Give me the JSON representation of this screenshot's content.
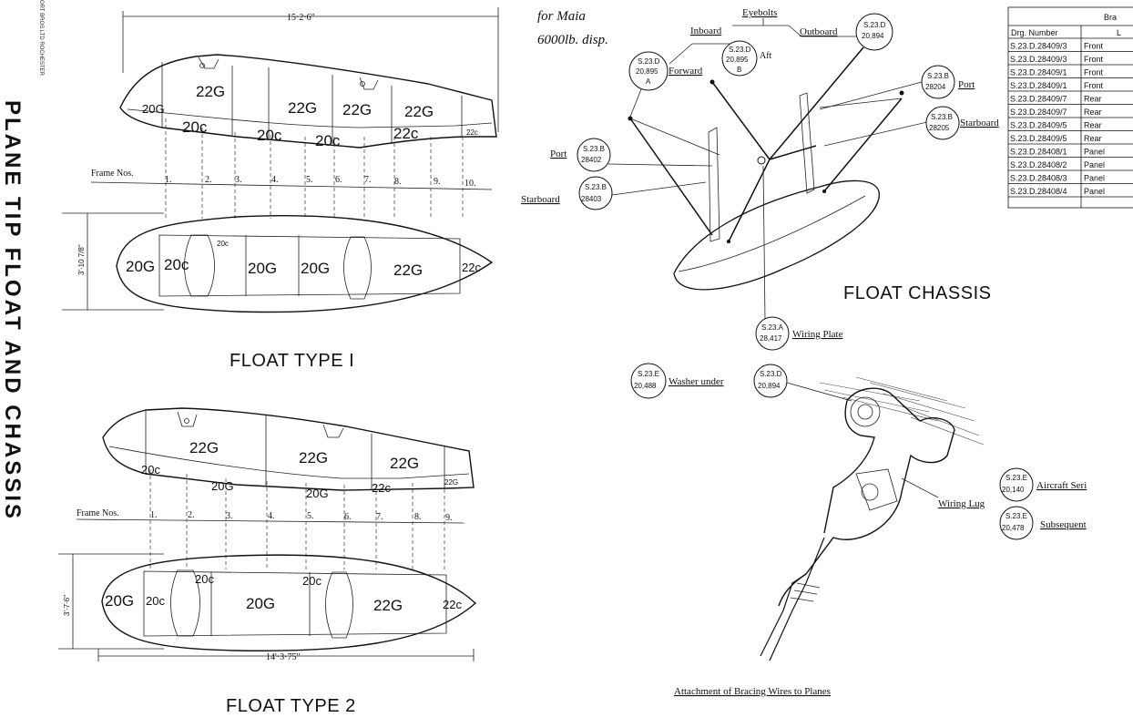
{
  "sheet_title": "PLANE TIP FLOAT AND CHASSIS",
  "maker_note": "ORT BROS LTD ROCHESTER",
  "handwritten_note": {
    "line1": "for Maia",
    "line2": "6000lb. disp."
  },
  "float1": {
    "title": "FLOAT TYPE I",
    "length_dim": "15·2·6\"",
    "height_dim": "3'·10 7/8\"",
    "frames_label": "Frame Nos.",
    "frames": [
      "1.",
      "2.",
      "3.",
      "4.",
      "5.",
      "6.",
      "7.",
      "8.",
      "9.",
      "10."
    ],
    "deck_gauges": [
      "22G",
      "22G",
      "22G",
      "22G"
    ],
    "side_gauges": [
      "20G",
      "20c",
      "20c",
      "20c",
      "22c",
      "22c"
    ],
    "plan_gauges": [
      "20G",
      "20c",
      "20c",
      "20G",
      "20G",
      "22G",
      "22c"
    ]
  },
  "float2": {
    "title": "FLOAT TYPE 2",
    "length_dim": "14'·3·75\"",
    "height_dim": "3'·7·6\"",
    "frames_label": "Frame Nos.",
    "frames": [
      "1.",
      "2.",
      "3.",
      "4.",
      "5.",
      "6.",
      "7.",
      "8.",
      "9."
    ],
    "deck_gauges": [
      "22G",
      "22G",
      "22G"
    ],
    "side_gauges": [
      "20c",
      "20G",
      "20G",
      "22c",
      "22G"
    ],
    "plan_gauges": [
      "20G",
      "20c",
      "20c",
      "20c",
      "20G",
      "22G",
      "22c"
    ]
  },
  "chassis": {
    "title": "FLOAT CHASSIS",
    "eyebolts_label": "Eyebolts",
    "inboard_label": "Inboard",
    "outboard_label": "Outboard",
    "forward_label": "Forward",
    "aft_label": "Aft",
    "port_label": "Port",
    "starboard_label": "Starboard",
    "wiring_plate_label": "Wiring Plate",
    "bubbles": {
      "forward": [
        "S.23.D",
        "20,895",
        "A"
      ],
      "aft": [
        "S.23.D",
        "20,895",
        "B"
      ],
      "outboard": [
        "S.23.D",
        "20,894"
      ],
      "port_right": [
        "S.23.B",
        "28204"
      ],
      "starboard_right": [
        "S.23.B",
        "28205"
      ],
      "port_left": [
        "S.23.B",
        "28402"
      ],
      "starboard_left": [
        "S.23.B",
        "28403"
      ],
      "wiring_plate": [
        "S.23.A",
        "28,417"
      ]
    }
  },
  "attachment": {
    "title": "Attachment of Bracing Wires to Planes",
    "washer_label": "Washer under",
    "wiring_lug_label": "Wiring Lug",
    "aircraft_label": "Aircraft Seri",
    "subsequent_label": "Subsequent",
    "bubbles": {
      "washer": [
        "S.23.E",
        "20,488"
      ],
      "washer_ref": [
        "S.23.D",
        "20,894"
      ],
      "aircraft": [
        "S.23.E",
        "20,140"
      ],
      "subsequent": [
        "S.23.E",
        "20,478"
      ]
    }
  },
  "table": {
    "header_right": "Bra",
    "col1_header": "Drg. Number",
    "col2_header": "L",
    "rows": [
      [
        "S.23.D.28409/3",
        "Front"
      ],
      [
        "S.23.D.28409/3",
        "Front"
      ],
      [
        "S.23.D.28409/1",
        "Front"
      ],
      [
        "S.23.D.28409/1",
        "Front"
      ],
      [
        "S.23.D.28409/7",
        "Rear"
      ],
      [
        "S.23.D.28409/7",
        "Rear"
      ],
      [
        "S.23.D.28409/5",
        "Rear"
      ],
      [
        "S.23.D.28409/5",
        "Rear"
      ],
      [
        "S.23.D.28408/1",
        "Panel"
      ],
      [
        "S.23.D.28408/2",
        "Panel"
      ],
      [
        "S.23.D.28408/3",
        "Panel"
      ],
      [
        "S.23.D.28408/4",
        "Panel"
      ]
    ]
  }
}
